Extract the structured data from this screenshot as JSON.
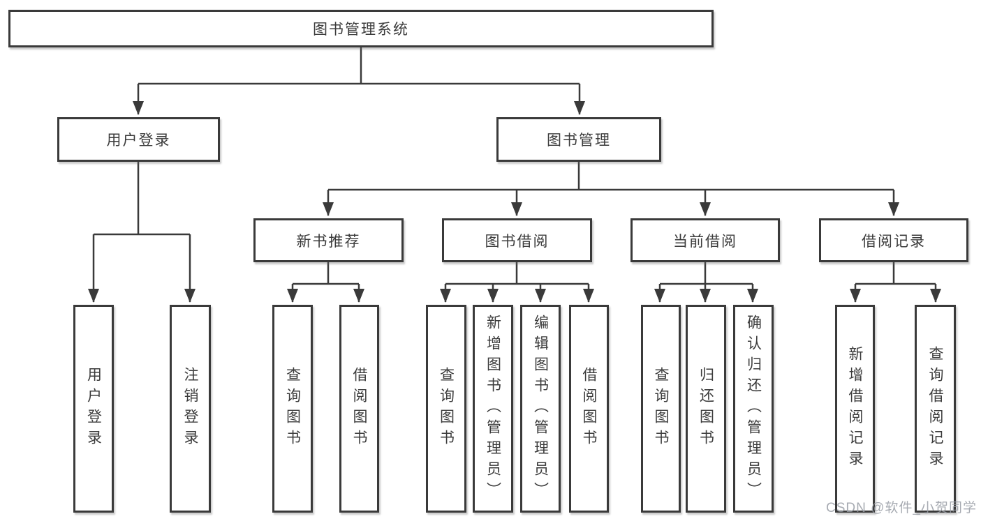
{
  "diagram": {
    "title": "图书管理系统",
    "level2": [
      {
        "label": "用户登录"
      },
      {
        "label": "图书管理"
      }
    ],
    "level3": [
      {
        "label": "新书推荐"
      },
      {
        "label": "图书借阅"
      },
      {
        "label": "当前借阅"
      },
      {
        "label": "借阅记录"
      }
    ],
    "leaves": [
      {
        "label": "用户登录"
      },
      {
        "label": "注销登录"
      },
      {
        "label": "查询图书"
      },
      {
        "label": "借阅图书"
      },
      {
        "label": "查询图书"
      },
      {
        "label": "新增图书（管理员）"
      },
      {
        "label": "编辑图书（管理员）"
      },
      {
        "label": "借阅图书"
      },
      {
        "label": "查询图书"
      },
      {
        "label": "归还图书"
      },
      {
        "label": "确认归还（管理员）"
      },
      {
        "label": "新增借阅记录"
      },
      {
        "label": "查询借阅记录"
      }
    ],
    "colors": {
      "line": "#3a3a3a",
      "box_border": "#3a3a3a",
      "text": "#3b3b3b",
      "background": "#ffffff",
      "watermark": "#999da6"
    }
  },
  "watermark": {
    "text": "CSDN @软件_小贺同学"
  }
}
